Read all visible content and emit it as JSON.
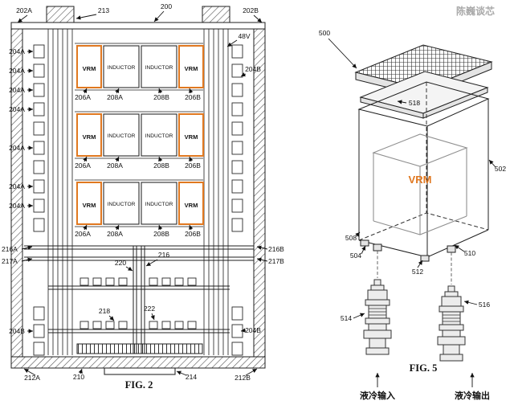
{
  "watermark": "陈巍谈芯",
  "colors": {
    "accent_orange": "#e07820",
    "line": "#1f1f1f",
    "watermark_gray": "#a9a9a9"
  },
  "fig2": {
    "caption": "FIG. 2",
    "refs": {
      "r202a": "202A",
      "r213": "213",
      "r200": "200",
      "r202b": "202B",
      "r48v": "48V",
      "r216a": "216A",
      "r217a": "217A",
      "r216b": "216B",
      "r217b": "217B",
      "r216": "216",
      "r220": "220",
      "r218": "218",
      "r222": "222",
      "r204b_right_top": "204B",
      "r204b_left_bottom": "204B",
      "r204b_right_bottom": "204B",
      "r212a": "212A",
      "r210": "210",
      "r214": "214",
      "r212b": "212B"
    },
    "left_connector_refs": [
      "204A",
      "204A",
      "204A",
      "204A",
      "204A",
      "204A",
      "204A"
    ],
    "rows": [
      {
        "vrm_left": "VRM",
        "inductor_left": "INDUCTOR",
        "inductor_right": "INDUCTOR",
        "vrm_right": "VRM",
        "ref_vrm_left": "206A",
        "ref_inductor_left": "208A",
        "ref_inductor_right": "208B",
        "ref_vrm_right": "206B"
      },
      {
        "vrm_left": "VRM",
        "inductor_left": "INDUCTOR",
        "inductor_right": "INDUCTOR",
        "vrm_right": "VRM",
        "ref_vrm_left": "206A",
        "ref_inductor_left": "208A",
        "ref_inductor_right": "208B",
        "ref_vrm_right": "206B"
      },
      {
        "vrm_left": "VRM",
        "inductor_left": "INDUCTOR",
        "inductor_right": "INDUCTOR",
        "vrm_right": "VRM",
        "ref_vrm_left": "206A",
        "ref_inductor_left": "208A",
        "ref_inductor_right": "208B",
        "ref_vrm_right": "206B"
      }
    ]
  },
  "fig5": {
    "caption": "FIG. 5",
    "vrm_label": "VRM",
    "refs": {
      "r500": "500",
      "r518": "518",
      "r502": "502",
      "r508": "508",
      "r504": "504",
      "r510": "510",
      "r512": "512",
      "r514": "514",
      "r516": "516"
    },
    "coolant_in": "液冷输入",
    "coolant_out": "液冷输出"
  }
}
